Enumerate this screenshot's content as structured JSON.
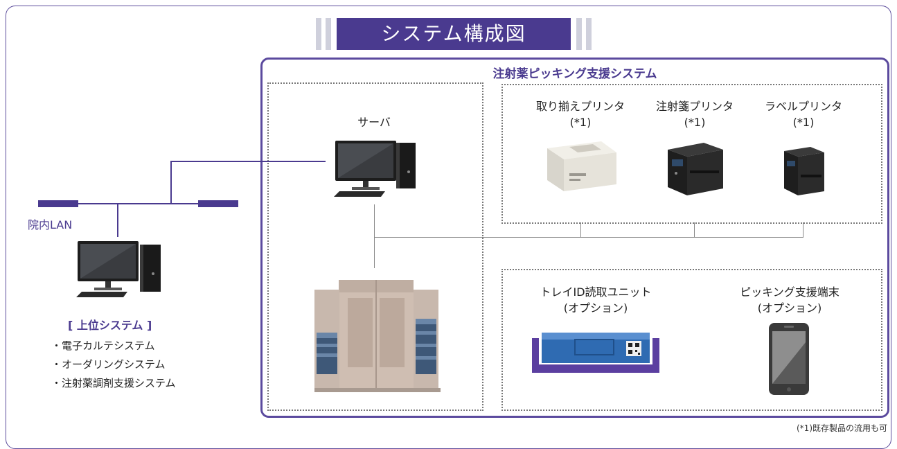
{
  "title": "システム構成図",
  "system_name": "注射薬ピッキング支援システム",
  "lan_label": "院内LAN",
  "server_label": "サーバ",
  "printers": [
    {
      "name": "取り揃えプリンタ",
      "note": "(*1)"
    },
    {
      "name": "注射箋プリンタ",
      "note": "(*1)"
    },
    {
      "name": "ラベルプリンタ",
      "note": "(*1)"
    }
  ],
  "options": [
    {
      "name": "トレイID読取ユニット",
      "note": "(オプション)"
    },
    {
      "name": "ピッキング支援端末",
      "note": "(オプション)"
    }
  ],
  "upper_system": {
    "title": "[ 上位システム ]",
    "items": [
      "・電子カルテシステム",
      "・オーダリングシステム",
      "・注射薬調剤支援システム"
    ]
  },
  "footnote": "(*1)既存製品の流用も可",
  "colors": {
    "accent": "#4a3a8f",
    "frame": "#5b4a9e"
  }
}
